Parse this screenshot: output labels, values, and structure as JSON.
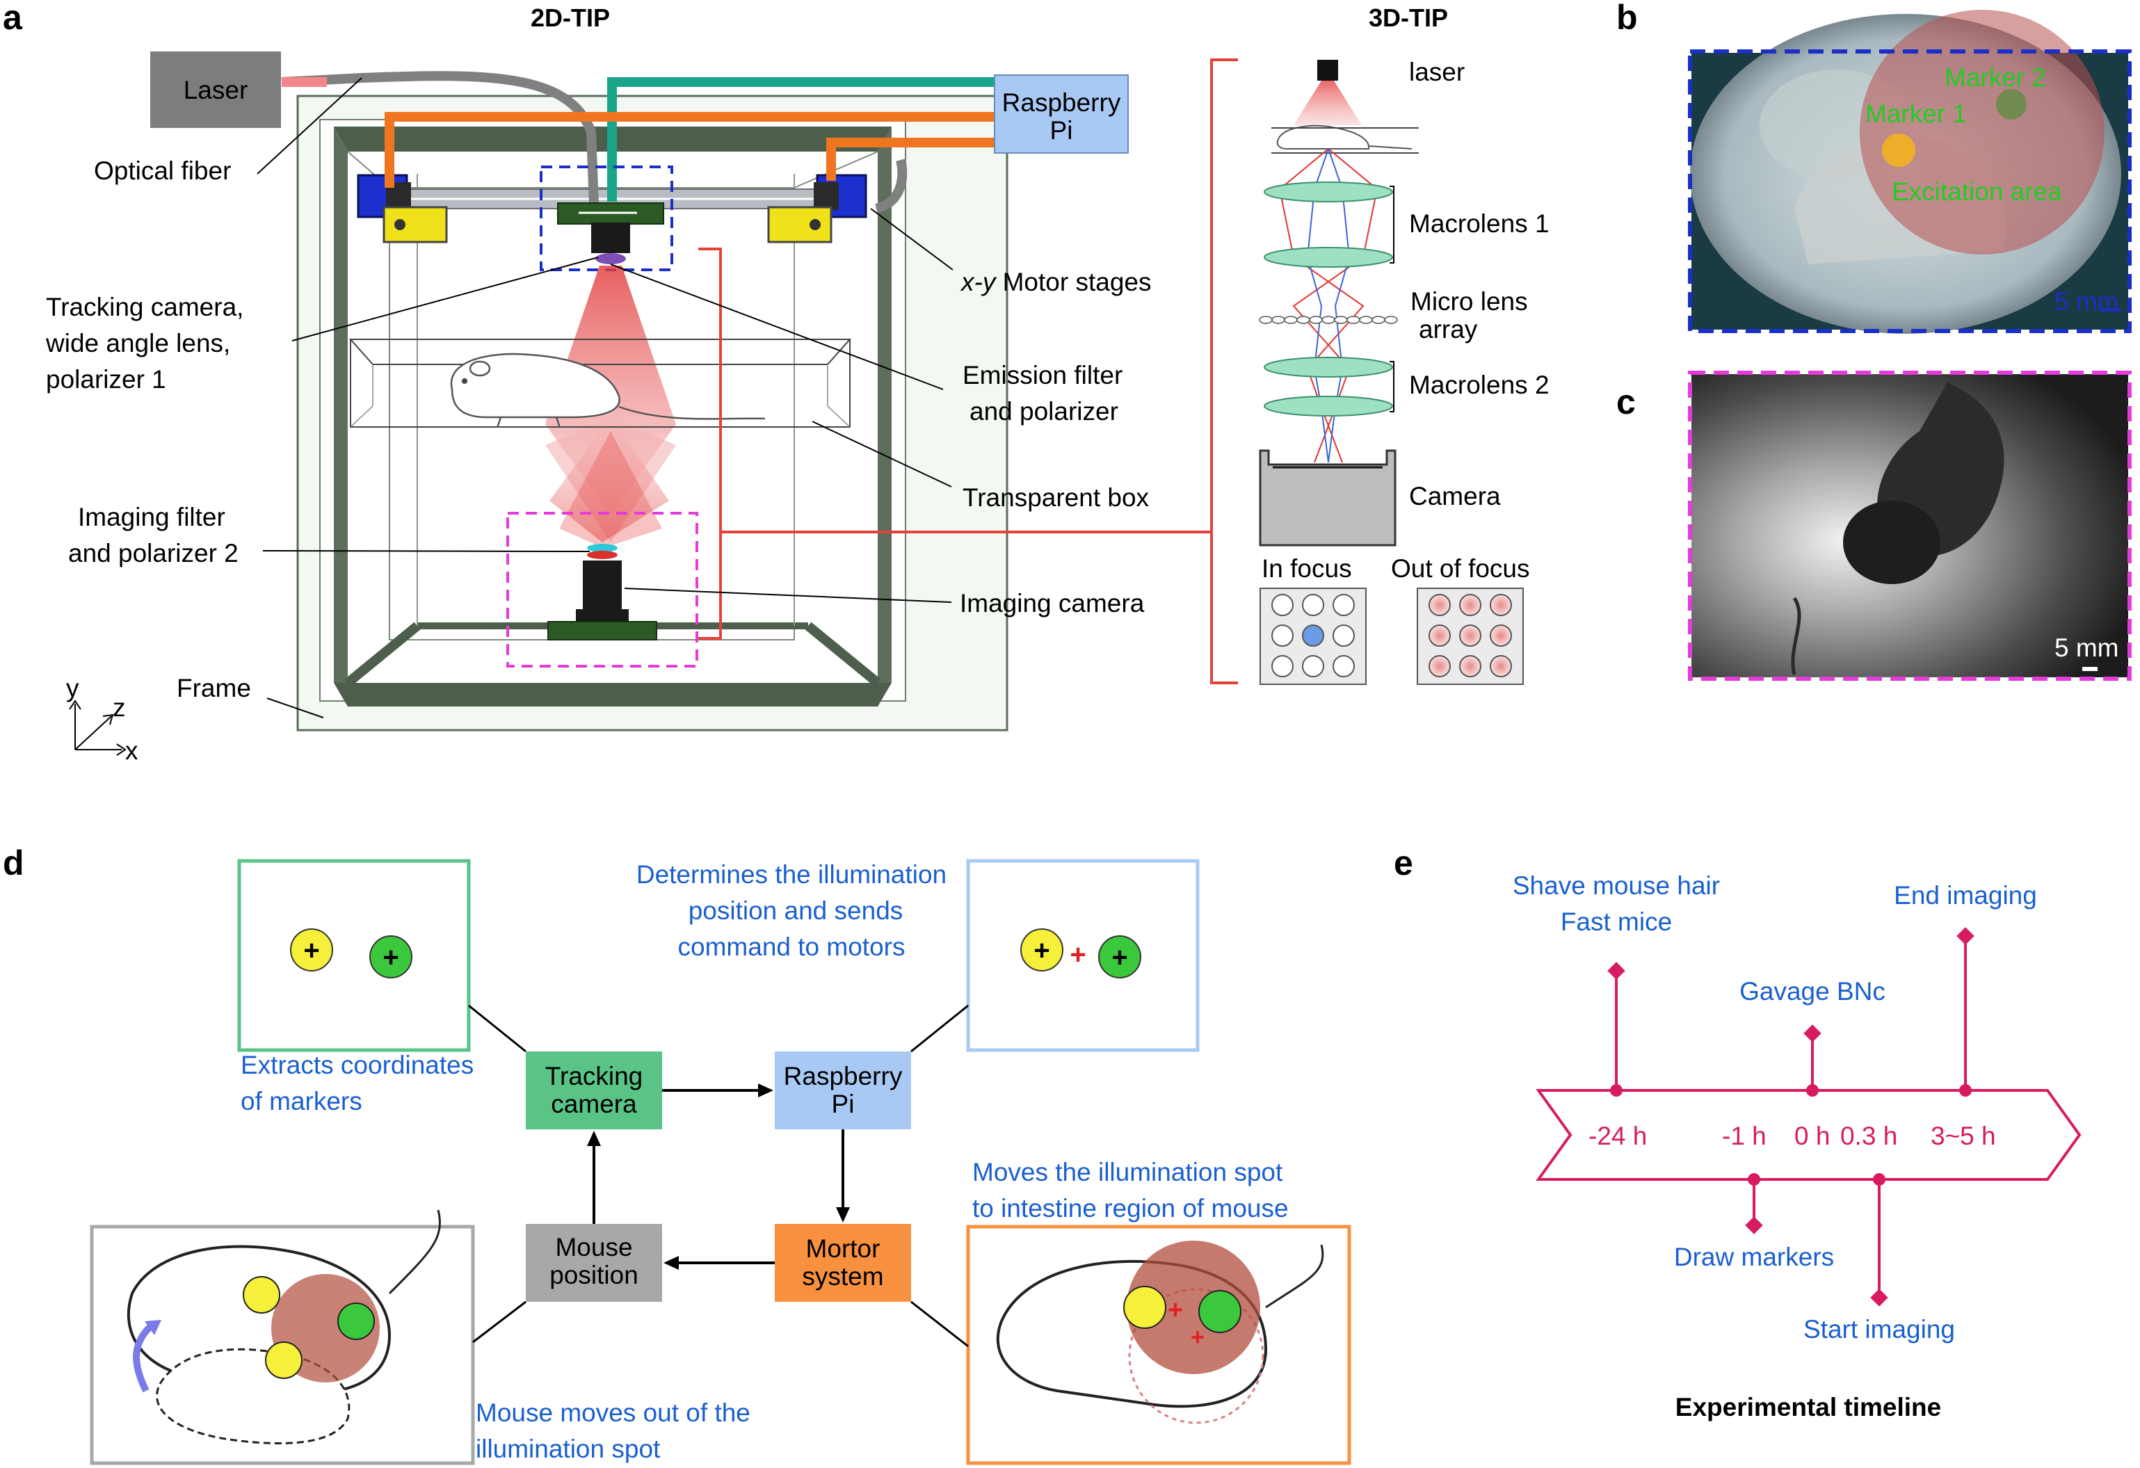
{
  "panels": {
    "a": "a",
    "b": "b",
    "c": "c",
    "d": "d",
    "e": "e"
  },
  "panel_a": {
    "heading_2d": "2D-TIP",
    "heading_3d": "3D-TIP",
    "laser_box": "Laser",
    "raspberry_box_line1": "Raspberry",
    "raspberry_box_line2": "Pi",
    "labels": {
      "optical_fiber": "Optical fiber",
      "tracking_camera_1": "Tracking camera,",
      "tracking_camera_2": "wide angle lens,",
      "tracking_camera_3": "polarizer 1",
      "imaging_filter_1": "Imaging filter",
      "imaging_filter_2": "and polarizer 2",
      "frame": "Frame",
      "xy_motor_italic": "x-y",
      "xy_motor_rest": " Motor stages",
      "emission_filter_1": "Emission filter",
      "emission_filter_2": "and polarizer",
      "transparent_box": "Transparent box",
      "imaging_camera": "Imaging camera"
    },
    "axes": {
      "y": "y",
      "z": "z",
      "x": "x"
    },
    "tip3d": {
      "laser": "laser",
      "macrolens1": "Macrolens 1",
      "micro_lens_1": "Micro lens",
      "micro_lens_2": "array",
      "macrolens2": "Macrolens 2",
      "camera": "Camera",
      "in_focus": "In focus",
      "out_of_focus": "Out of focus"
    }
  },
  "panel_b": {
    "marker1": "Marker 1",
    "marker2": "Marker 2",
    "excitation": "Excitation area",
    "scale": "5 mm"
  },
  "panel_c": {
    "scale": "5 mm"
  },
  "panel_d": {
    "extracts_1": "Extracts coordinates",
    "extracts_2": "of markers",
    "determines_1": "Determines the illumination",
    "determines_2": "position and sends",
    "determines_3": "command to motors",
    "moves_1": "Moves the illumination spot",
    "moves_2": "to intestine region of mouse",
    "mouse_moves_1": "Mouse moves out of the",
    "mouse_moves_2": "illumination spot",
    "tracking_1": "Tracking",
    "tracking_2": "camera",
    "raspberry_1": "Raspberry",
    "raspberry_2": "Pi",
    "mortor_1": "Mortor",
    "mortor_2": "system",
    "mouse_pos_1": "Mouse",
    "mouse_pos_2": "position"
  },
  "panel_e": {
    "shave_1": "Shave mouse hair",
    "shave_2": "Fast mice",
    "gavage": "Gavage BNc",
    "end_imaging": "End imaging",
    "draw_markers": "Draw markers",
    "start_imaging": "Start imaging",
    "title": "Experimental timeline",
    "ticks": [
      "-24 h",
      "-1 h",
      "0 h",
      "0.3 h",
      "3~5 h"
    ]
  },
  "colors": {
    "green_box": "#5ac487",
    "blue_box": "#a9c9f5",
    "gray_box": "#a8a8a8",
    "orange_box": "#f7913f",
    "timeline": "#d81b60",
    "label_blue": "#1a5fd0",
    "magenta_dash": "#e43bd9",
    "blue_dash": "#1a2fc7",
    "teal_cable": "#1aa58a",
    "orange_cable": "#f07520",
    "frame_dark": "#4e5e4c"
  }
}
